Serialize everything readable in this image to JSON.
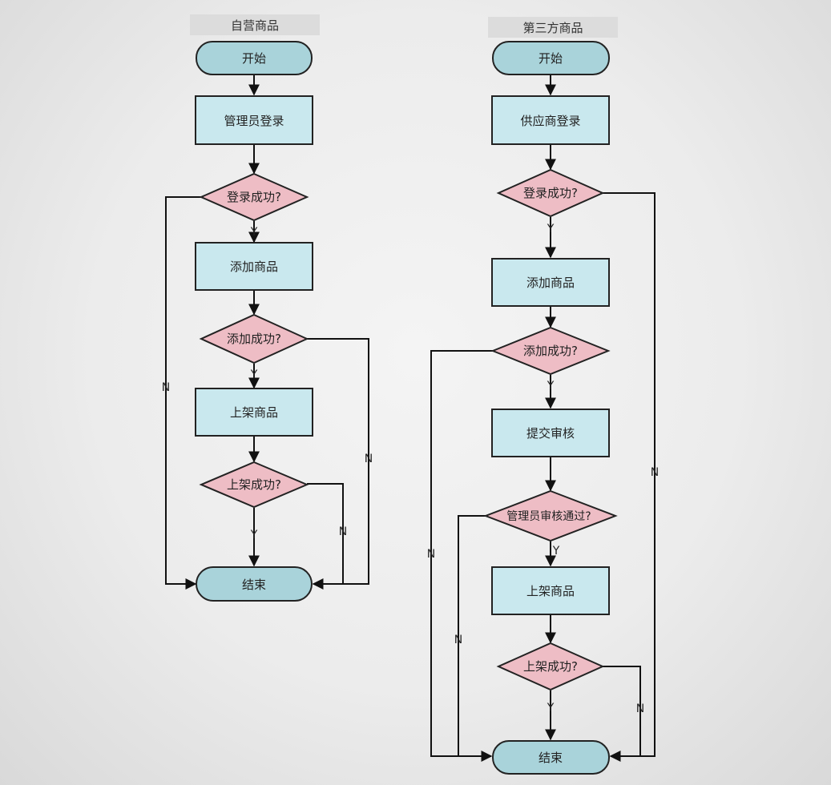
{
  "left": {
    "title": "自营商品",
    "start": "开始",
    "admin_login": "管理员登录",
    "login_ok": "登录成功?",
    "add_product": "添加商品",
    "add_ok": "添加成功?",
    "list_product": "上架商品",
    "list_ok": "上架成功?",
    "end": "结束"
  },
  "right": {
    "title": "第三方商品",
    "start": "开始",
    "supplier_login": "供应商登录",
    "login_ok": "登录成功?",
    "add_product": "添加商品",
    "add_ok": "添加成功?",
    "submit_review": "提交审核",
    "review_ok": "管理员审核通过?",
    "list_product": "上架商品",
    "list_ok": "上架成功?",
    "end": "结束"
  },
  "edge_labels": {
    "yes": "Y",
    "no": "N"
  },
  "colors": {
    "terminal": "#a9d3da",
    "process": "#c9e8ee",
    "decision": "#eebdc5",
    "line": "#111111"
  }
}
